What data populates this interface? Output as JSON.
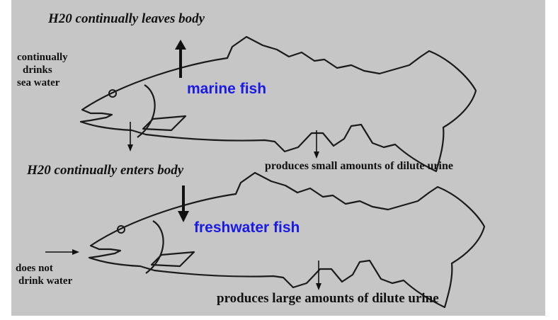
{
  "diagram": {
    "marine": {
      "name": "marine fish",
      "water_flow": "H20 continually leaves body",
      "drinking": [
        "continually",
        "drinks",
        "sea water"
      ],
      "urine": "produces small amounts of dilute urine"
    },
    "freshwater": {
      "name": "freshwater fish",
      "water_flow": "H20 continually enters body",
      "drinking": [
        "does not",
        "drink water"
      ],
      "urine": "produces large amounts of dilute urine"
    }
  },
  "colors": {
    "background": "#c6c6c6",
    "outline": "#1a1a1a",
    "fish_label": "#1a1ae6",
    "text": "#111111"
  }
}
